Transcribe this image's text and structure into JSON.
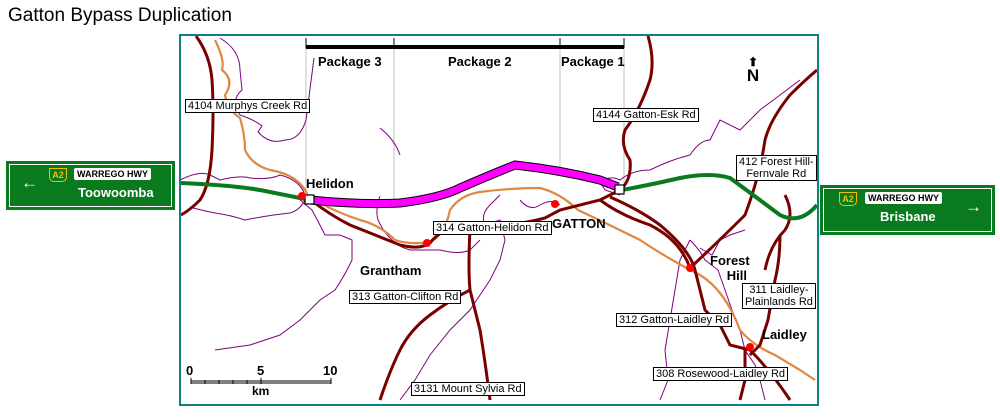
{
  "title": "Gatton Bypass Duplication",
  "packages": [
    {
      "label": "Package 3"
    },
    {
      "label": "Package 2"
    },
    {
      "label": "Package 1"
    }
  ],
  "north_label": "N",
  "north_arrow": "⬆",
  "towns": {
    "helidon": "Helidon",
    "gatton": "GATTON",
    "grantham": "Grantham",
    "forest_hill_1": "Forest",
    "forest_hill_2": "Hill",
    "laidley": "Laidley"
  },
  "roads": {
    "murphys_creek": "4104 Murphys Creek Rd",
    "gatton_esk": "4144 Gatton-Esk Rd",
    "forest_hill_fernvale_1": "412 Forest Hill-",
    "forest_hill_fernvale_2": "Fernvale Rd",
    "gatton_helidon": "314 Gatton-Helidon Rd",
    "gatton_clifton": "313 Gatton-Clifton Rd",
    "laidley_plainlands_1": "311 Laidley-",
    "laidley_plainlands_2": "Plainlands Rd",
    "gatton_laidley": "312 Gatton-Laidley Rd",
    "rosewood_laidley": "308 Rosewood-Laidley Rd",
    "mount_sylvia": "3131 Mount Sylvia Rd"
  },
  "scale_bar": {
    "ticks": [
      "0",
      "5",
      "10"
    ],
    "unit": "km"
  },
  "signs": {
    "west": {
      "route": "A2",
      "highway": "WARREGO HWY",
      "destination": "Toowoomba",
      "arrow": "←"
    },
    "east": {
      "route": "A2",
      "highway": "WARREGO HWY",
      "destination": "Brisbane",
      "arrow": "→"
    }
  },
  "colors": {
    "frame": "#0e8080",
    "highway": "#0a7a1e",
    "bypass": "#ff00ff",
    "main_road": "#7a0000",
    "rail": "#e08840",
    "creek": "#800080",
    "sign_bg": "#0a7a1e",
    "town_dot": "#ff0000"
  }
}
